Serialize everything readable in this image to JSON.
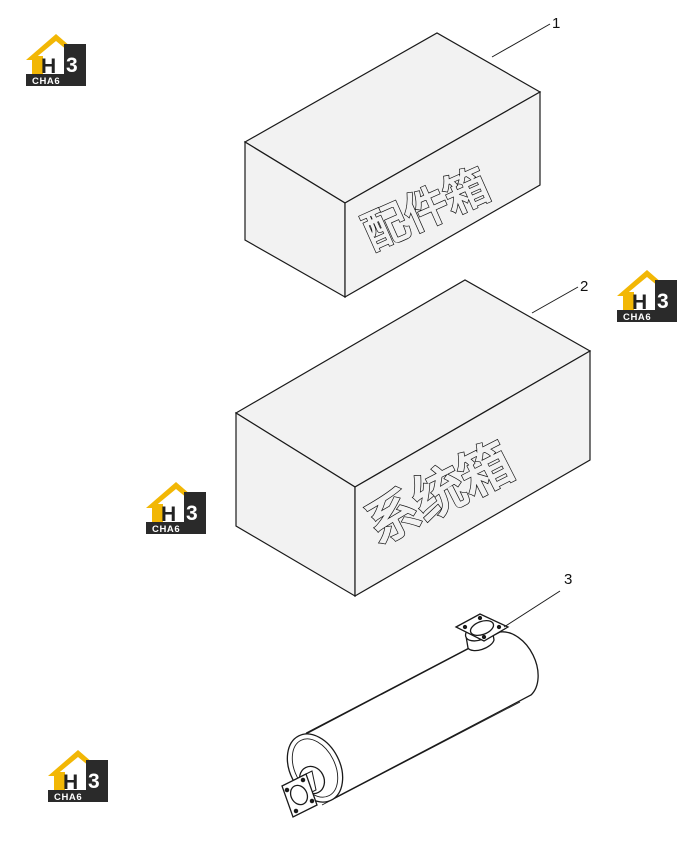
{
  "parts": [
    {
      "callout": "1",
      "label": "配件箱"
    },
    {
      "callout": "2",
      "label": "系统箱"
    },
    {
      "callout": "3",
      "label": ""
    }
  ],
  "watermark": {
    "mark": "H",
    "digit": "3",
    "sub": "CHA6"
  },
  "colors": {
    "box_face": "#f2f2f2",
    "line": "#1a1a1a",
    "logo_yellow": "#f2b705",
    "logo_dark": "#2a2a2a"
  }
}
